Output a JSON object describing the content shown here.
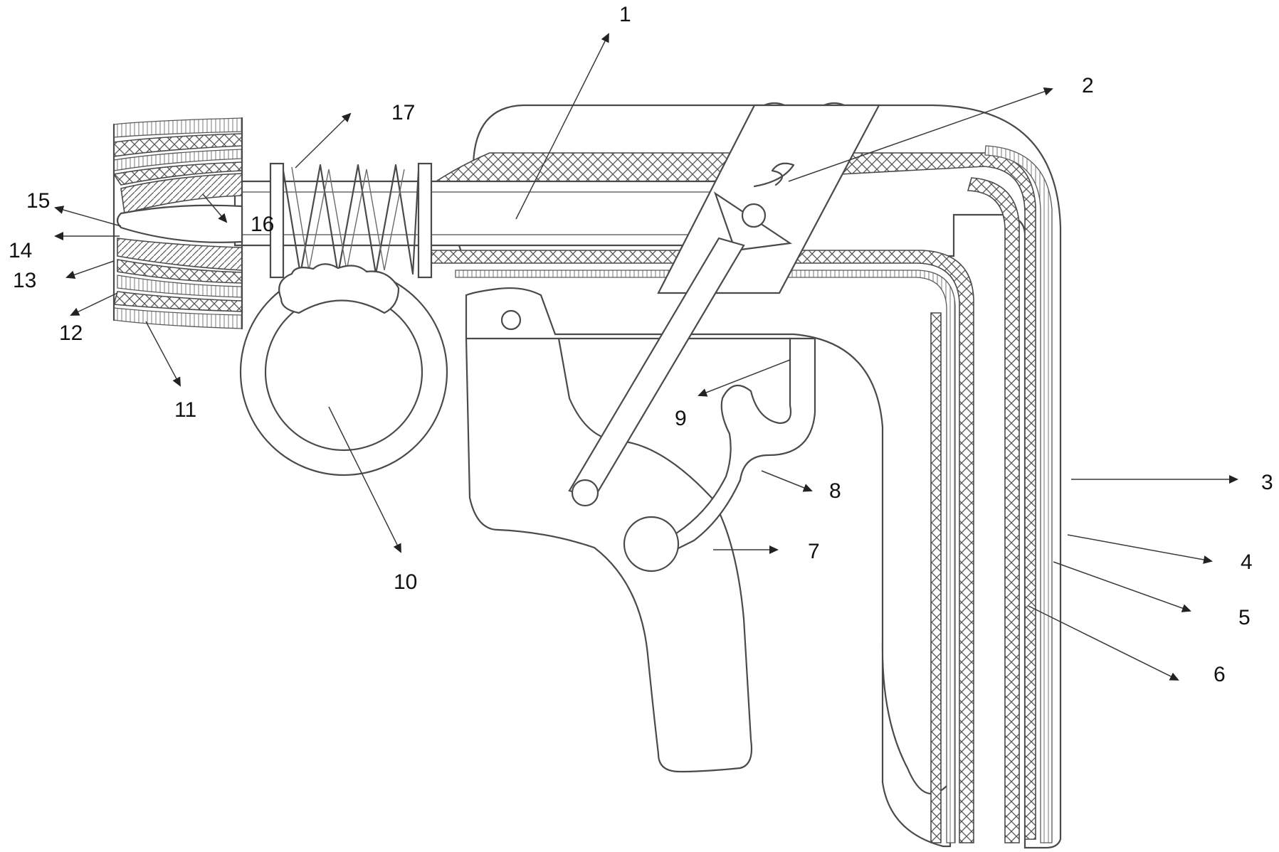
{
  "figure": {
    "callouts": [
      {
        "id": "1",
        "label": "1"
      },
      {
        "id": "2",
        "label": "2"
      },
      {
        "id": "3",
        "label": "3"
      },
      {
        "id": "4",
        "label": "4"
      },
      {
        "id": "5",
        "label": "5"
      },
      {
        "id": "6",
        "label": "6"
      },
      {
        "id": "7",
        "label": "7"
      },
      {
        "id": "8",
        "label": "8"
      },
      {
        "id": "9",
        "label": "9"
      },
      {
        "id": "10",
        "label": "10"
      },
      {
        "id": "11",
        "label": "11"
      },
      {
        "id": "12",
        "label": "12"
      },
      {
        "id": "13",
        "label": "13"
      },
      {
        "id": "14",
        "label": "14"
      },
      {
        "id": "15",
        "label": "15"
      },
      {
        "id": "16",
        "label": "16"
      },
      {
        "id": "17",
        "label": "17"
      }
    ]
  }
}
